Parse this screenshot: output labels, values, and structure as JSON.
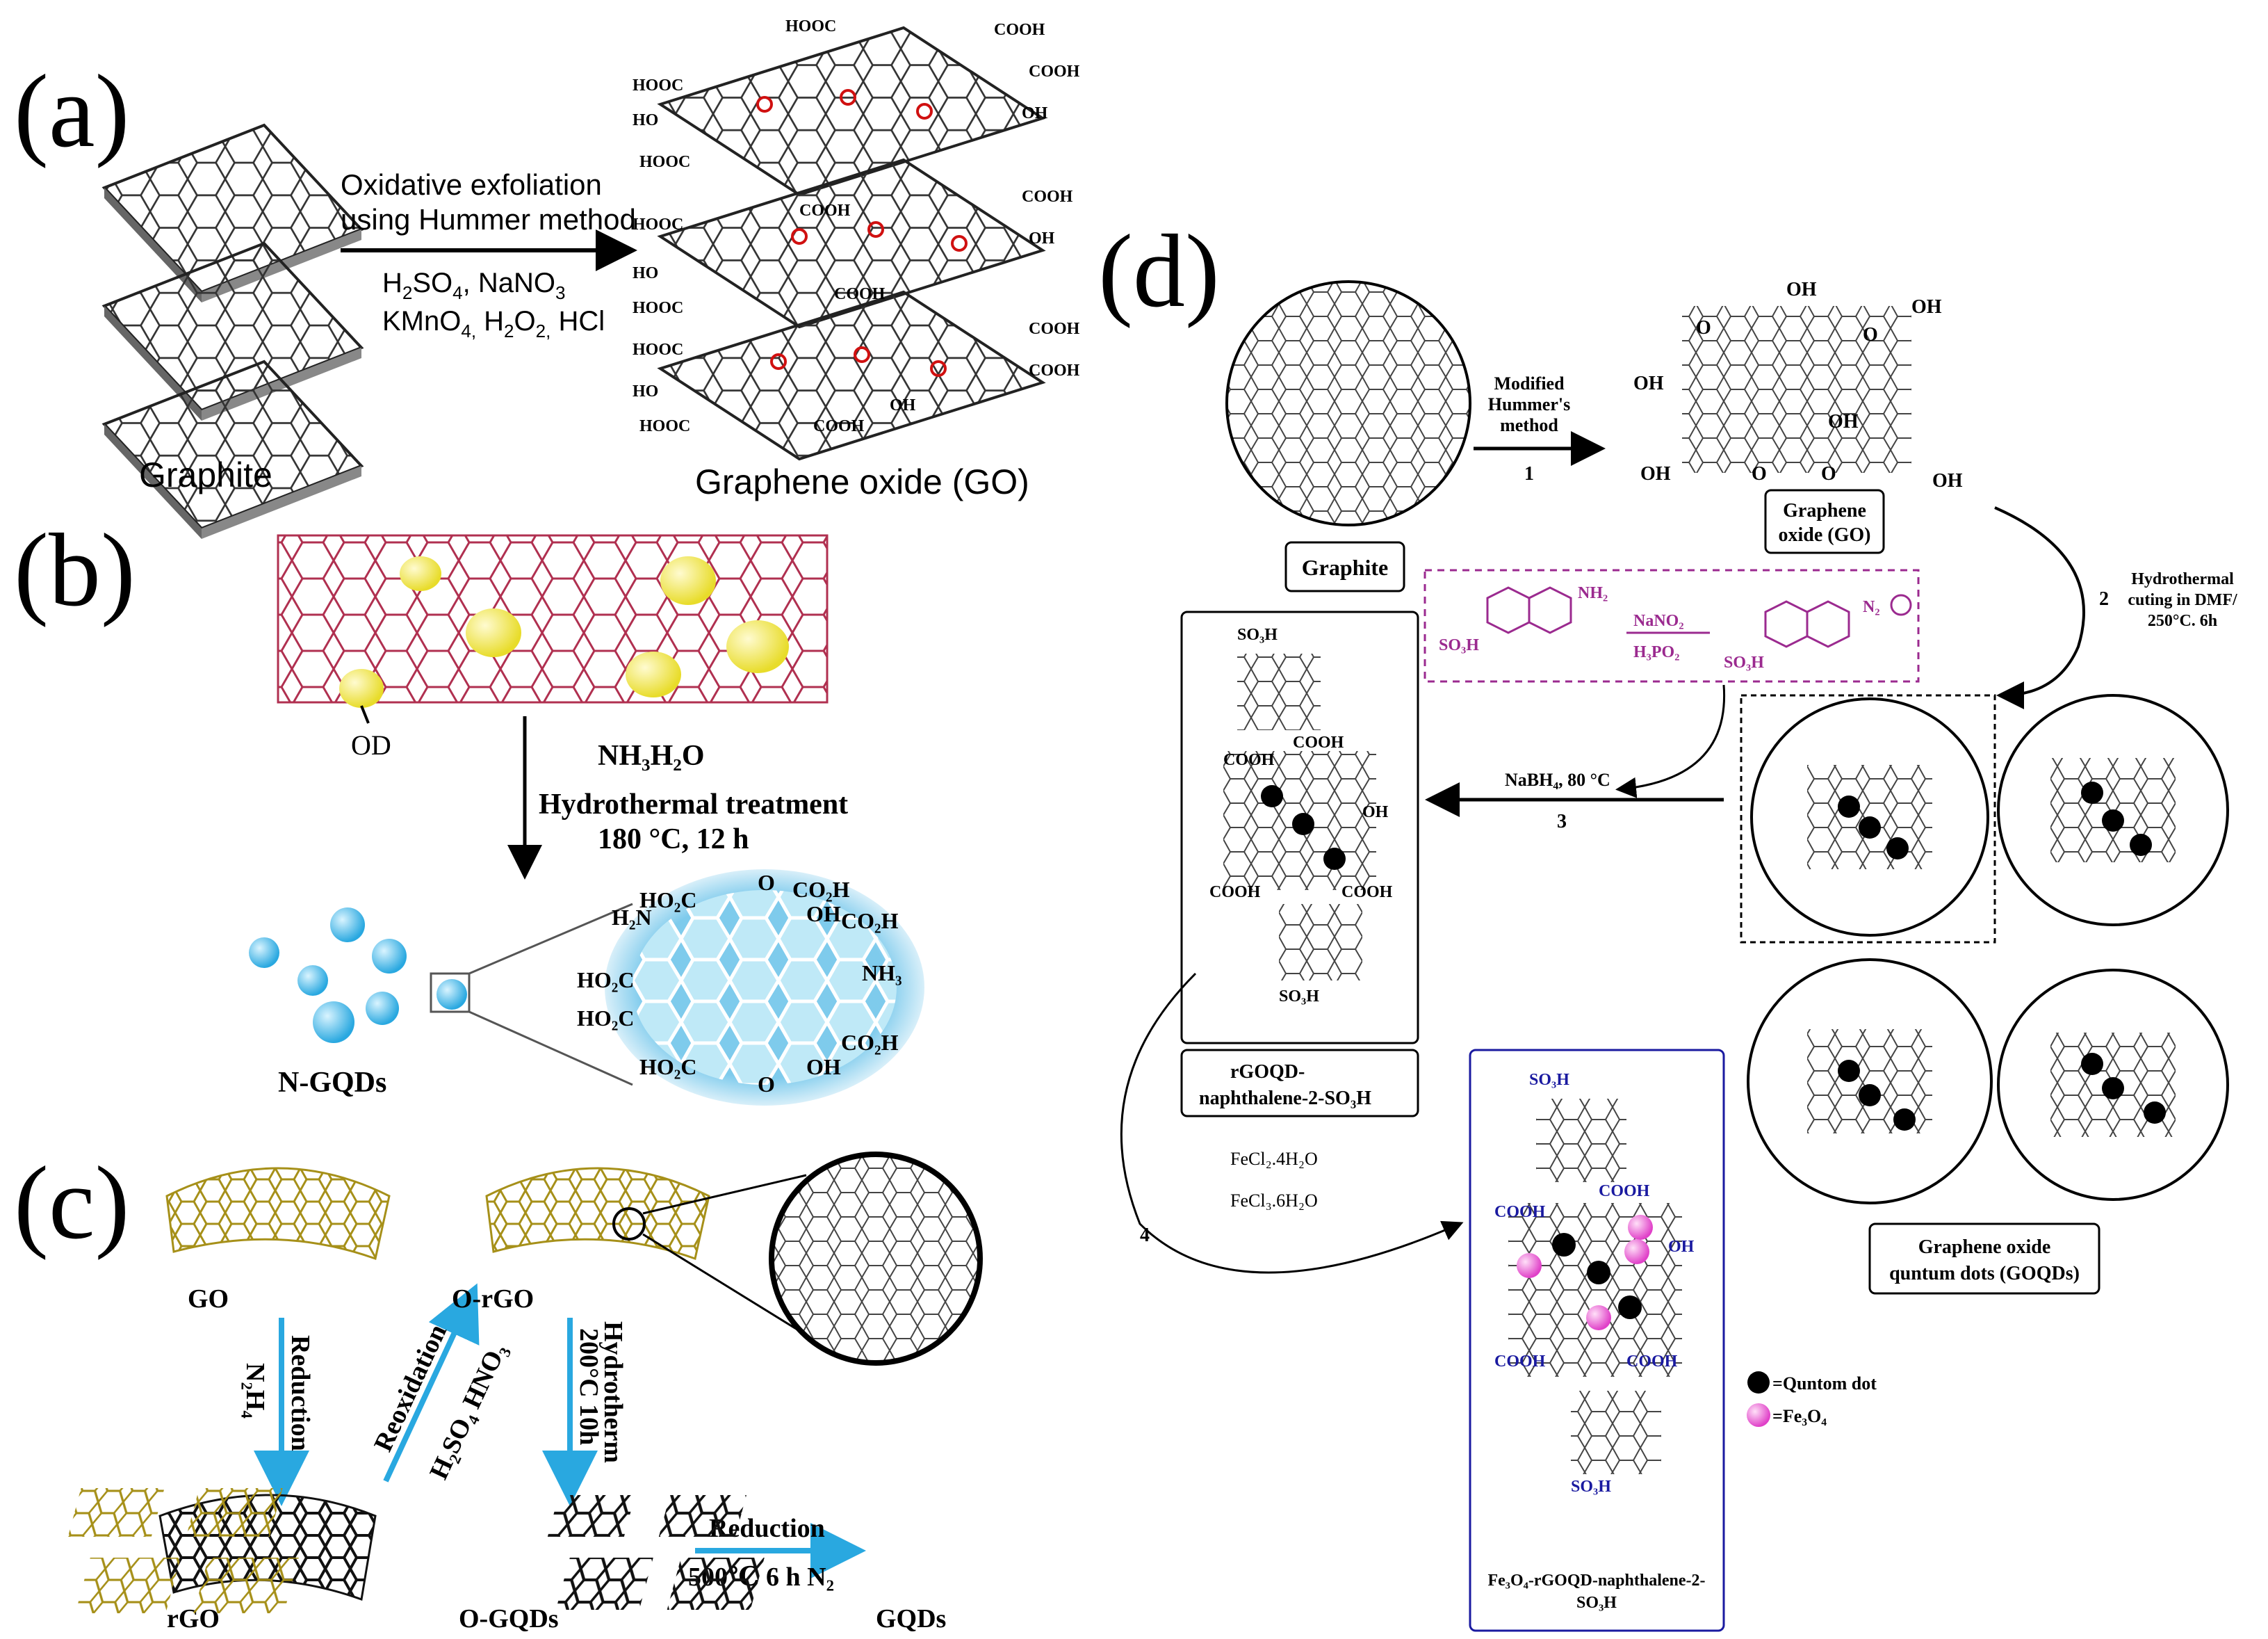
{
  "panel_a": {
    "label": "(a)",
    "step1": "Oxidative exfoliation",
    "step2": "using Hummer method",
    "r1_a": "H",
    "r1_b": "2",
    "r1_c": "SO",
    "r1_d": "4",
    "r1_e": ", NaNO",
    "r1_f": "3",
    "r2_a": "KMnO",
    "r2_b": "4,",
    "r2_c": " H",
    "r2_d": "2",
    "r2_e": "O",
    "r2_f": "2,",
    "r2_g": " HCl",
    "graphite": "Graphite",
    "go": "Graphene oxide (GO)",
    "cooh": "COOH",
    "hooc": "HOOC",
    "oh": "HO",
    "oh2": "OH"
  },
  "panel_b": {
    "label": "(b)",
    "od": "OD",
    "r1": "NH₃H₂O",
    "r2": "Hydrothermal treatment",
    "r3": "180 °C, 12 h",
    "ngqds": "N-GQDs",
    "g1": "HO₂C",
    "g2": "O",
    "g3": "CO₂H",
    "g4": "H₂N",
    "g5": "OH",
    "g6": "CO₂H",
    "g7": "HO₂C",
    "g8": "NH₃",
    "g9": "HO₂C",
    "g10": "CO₂H",
    "g11": "HO₂C",
    "g12": "O",
    "g13": "OH"
  },
  "panel_c": {
    "label": "(c)",
    "go": "GO",
    "rgo": "rGO",
    "orgo": "O-rGO",
    "ogqds": "O-GQDs",
    "gqds": "GQDs",
    "reduction": "Reduction",
    "n2h4": "N₂H₄",
    "reox": "Reoxidation",
    "acids": "H₂SO₄ HNO₃",
    "hydro": "Hydrotherm",
    "hydro_cond": "200°C 10h",
    "reduction2": "Reduction",
    "cond2": "500℃ 6 h N₂"
  },
  "panel_d": {
    "label": "(d)",
    "graphite": "Graphite",
    "go1": "Graphene",
    "go2": "oxide (GO)",
    "s1a": "Modified",
    "s1b": "Hummer's",
    "s1c": "method",
    "s1n": "1",
    "s2a": "Hydrothermal",
    "s2b": "cuting in DMF/",
    "s2c": "250°C. 6h",
    "s2n": "2",
    "nabh4": "NaBH₄, 80 °C",
    "s3n": "3",
    "nano2": "NaNO₂",
    "h3po2": "H₃PO₂",
    "so3h": "SO₃H",
    "nh2": "NH₂",
    "n2": "N₂",
    "rgo1": "rGOQD-",
    "rgo2": "naphthalene-2-SO₃H",
    "fe1": "FeCl₂.4H₂O",
    "fe2": "FeCl₃.6H₂O",
    "s4n": "4",
    "goqd1": "Graphene oxide",
    "goqd2": "quntum dots (GOQDs)",
    "leg1": "=Quntom dot",
    "leg2": "=Fe₃O₄",
    "final1": "Fe₃O₄-rGOQD-naphthalene-2-",
    "final2": "SO₃H",
    "cooh": "COOH",
    "oh": "OH",
    "o": "O"
  },
  "colors": {
    "ink": "#000000",
    "purple": "#9b2a8f",
    "blue": "#1a1aa0",
    "cyan": "#29a8e0",
    "olive": "#a69019",
    "pink": "#e040c8",
    "rose": "#b03050",
    "yellow": "#f0e840"
  }
}
